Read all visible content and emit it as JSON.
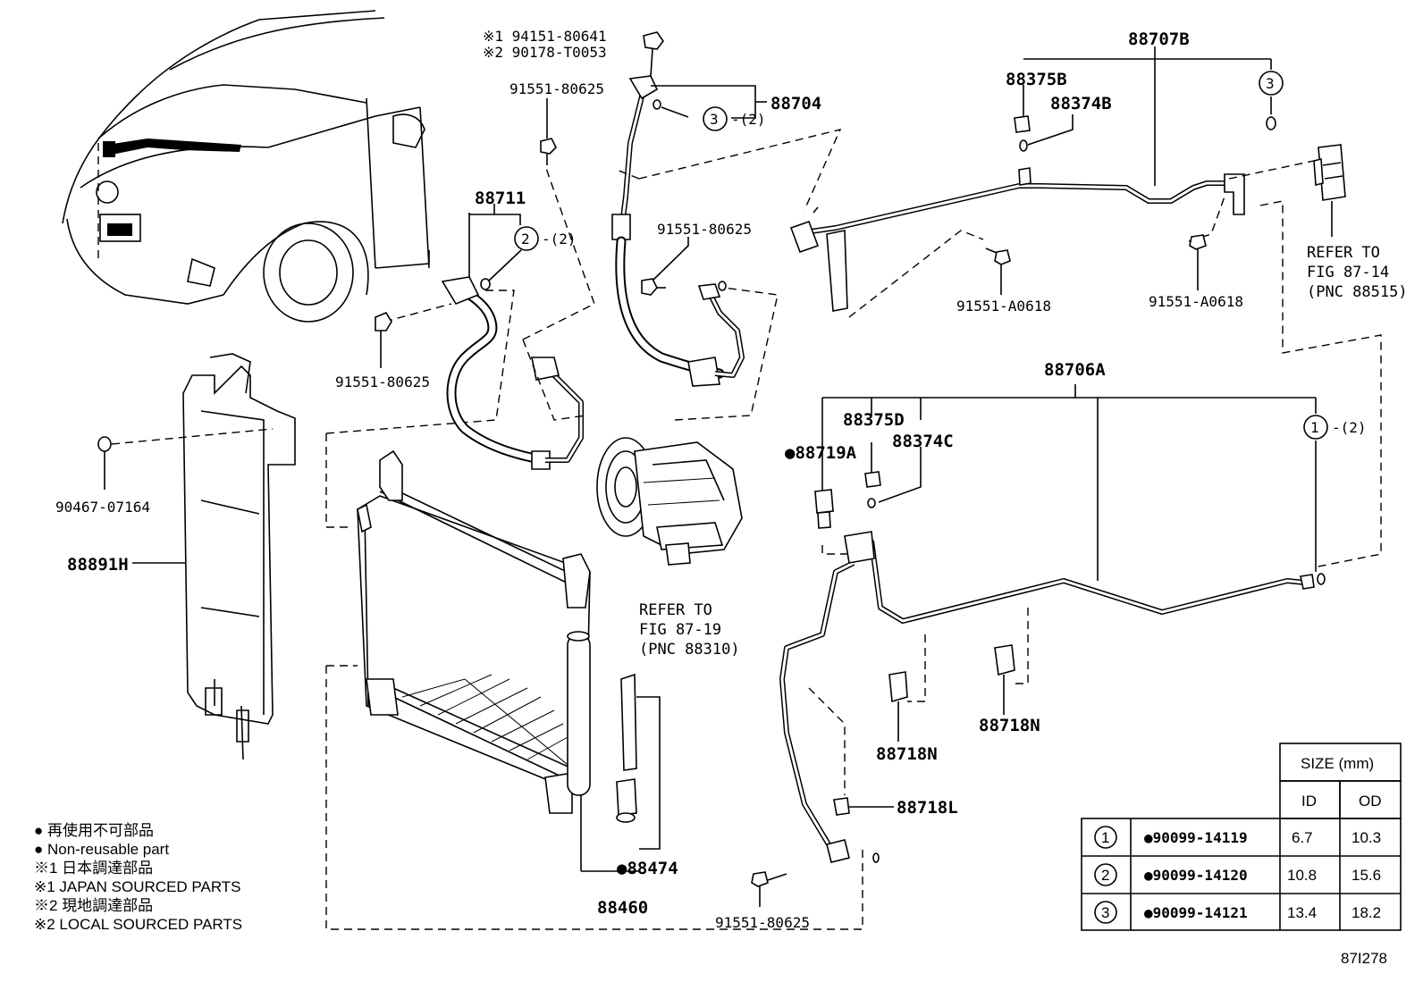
{
  "labels": {
    "p94151": "※1 94151-80641",
    "p90178": "※2 90178-T0053",
    "p91551_top": "91551-80625",
    "p88704": "88704",
    "p88711": "88711",
    "p91551_mid": "91551-80625",
    "p91551_left": "91551-80625",
    "p90467": "90467-07164",
    "p88891H": "88891H",
    "p88707B": "88707B",
    "p88375B": "88375B",
    "p88374B": "88374B",
    "p91551_A0618_a": "91551-A0618",
    "p91551_A0618_b": "91551-A0618",
    "p88706A": "88706A",
    "p88375D": "88375D",
    "p88374C": "88374C",
    "p88719A": "●88719A",
    "p88718N_a": "88718N",
    "p88718N_b": "88718N",
    "p88718L": "88718L",
    "p88474": "●88474",
    "p88460": "88460",
    "p91551_bottom": "91551-80625",
    "qty2_a": "-(2)",
    "qty2_b": "-(2)",
    "qty2_c": "-(2)",
    "circle1": "1",
    "circle2": "2",
    "circle3a": "3",
    "circle3b": "3"
  },
  "refs": {
    "compressor": [
      "REFER TO",
      "FIG 87-19",
      "(PNC 88310)"
    ],
    "valve": [
      "REFER TO",
      "FIG 87-14",
      "(PNC 88515)"
    ]
  },
  "legend": [
    "● 再使用不可部品",
    "● Non-reusable part",
    "※1 日本調達部品",
    "※1 JAPAN SOURCED PARTS",
    "※2 現地調達部品",
    "※2 LOCAL SOURCED PARTS"
  ],
  "size_table": {
    "header": "SIZE (mm)",
    "col_id": "ID",
    "col_od": "OD",
    "rows": [
      {
        "num": "1",
        "part": "●90099-14119",
        "id": "6.7",
        "od": "10.3"
      },
      {
        "num": "2",
        "part": "●90099-14120",
        "id": "10.8",
        "od": "15.6"
      },
      {
        "num": "3",
        "part": "●90099-14121",
        "id": "13.4",
        "od": "18.2"
      }
    ]
  },
  "figure_id": "87I278"
}
